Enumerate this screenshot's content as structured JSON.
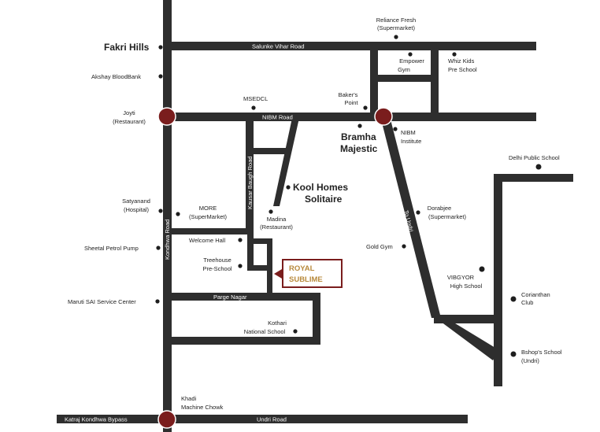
{
  "roads": {
    "salunke": "Salunke Vihar Road",
    "nibm": "NIBM Road",
    "kausar": "Kausar Baugh Road",
    "kondhwa": "Kondhwa Road",
    "parge": "Parge Nagar",
    "undri_dir": "To Undri",
    "katraj": "Katraj Kondhwa Bypass",
    "undri": "Undri Road"
  },
  "places": {
    "fakri_hills": "Fakri Hills",
    "akshay": "Akshay BloodBank",
    "joyti_1": "Joyti",
    "joyti_2": "(Restaurant)",
    "satyanand_1": "Satyanand",
    "satyanand_2": "(Hospital)",
    "more_1": "MORE",
    "more_2": "(SuperMarket)",
    "sheetal": "Sheetal Petrol Pump",
    "maruti": "Maruti SAI Service Center",
    "welcome": "Welcome Hall",
    "treehouse_1": "Treehouse",
    "treehouse_2": "Pre-School",
    "kothari_1": "Kothari",
    "kothari_2": "National School",
    "khadi_1": "Khadi",
    "khadi_2": "Machine Chowk",
    "msedcl": "MSEDCL",
    "madina_1": "Madina",
    "madina_2": "(Restaurant)",
    "kool_1": "Kool Homes",
    "kool_2": "Solitaire",
    "bakers_1": "Baker's",
    "bakers_2": "Point",
    "bramha_1": "Bramha",
    "bramha_2": "Majestic",
    "nibm_inst_1": "NIBM",
    "nibm_inst_2": "Institute",
    "reliance_1": "Reliance Fresh",
    "reliance_2": "(Supermarket)",
    "empower_1": "Empower",
    "empower_2": "Gym",
    "whiz_1": "Whiz Kids",
    "whiz_2": "Pre School",
    "dorabjee_1": "Dorabjee",
    "dorabjee_2": "(Supermarket)",
    "gold_gym": "Gold Gym",
    "delhi": "Delhi Public School",
    "vibgyor_1": "VIBGYOR",
    "vibgyor_2": "High School",
    "corianthan_1": "Corianthan",
    "corianthan_2": "Club",
    "bishops_1": "Bshop's School",
    "bishops_2": "(Undri)"
  },
  "project": {
    "line1": "ROYAL",
    "line2": "SUBLIME"
  },
  "colors": {
    "road": "#2e2e2e",
    "junction": "#7a1d1d",
    "highlight_border": "#7a1d1d",
    "highlight_text": "#b88a3c"
  }
}
